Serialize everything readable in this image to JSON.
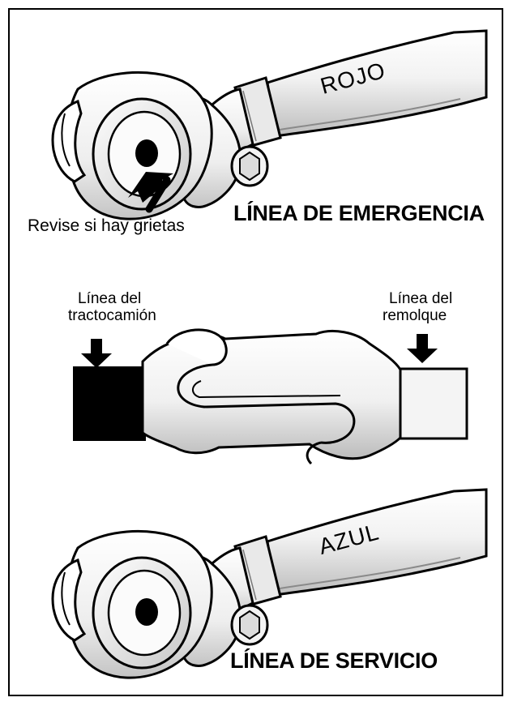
{
  "top_coupling": {
    "hose_label": "ROJO",
    "heading": "LÍNEA DE EMERGENCIA",
    "callout": "Revise si hay grietas"
  },
  "middle_coupling": {
    "left_label_line1": "Línea del",
    "left_label_line2": "tractocamión",
    "right_label_line1": "Línea del",
    "right_label_line2": "remolque"
  },
  "bottom_coupling": {
    "hose_label": "AZUL",
    "heading": "LÍNEA DE SERVICIO"
  },
  "icons": {
    "coupling": "gladhand-coupling-icon",
    "arrow": "down-arrow-icon"
  },
  "colors": {
    "ink": "#000000",
    "paper": "#ffffff",
    "shade": "#d9d9d9"
  }
}
